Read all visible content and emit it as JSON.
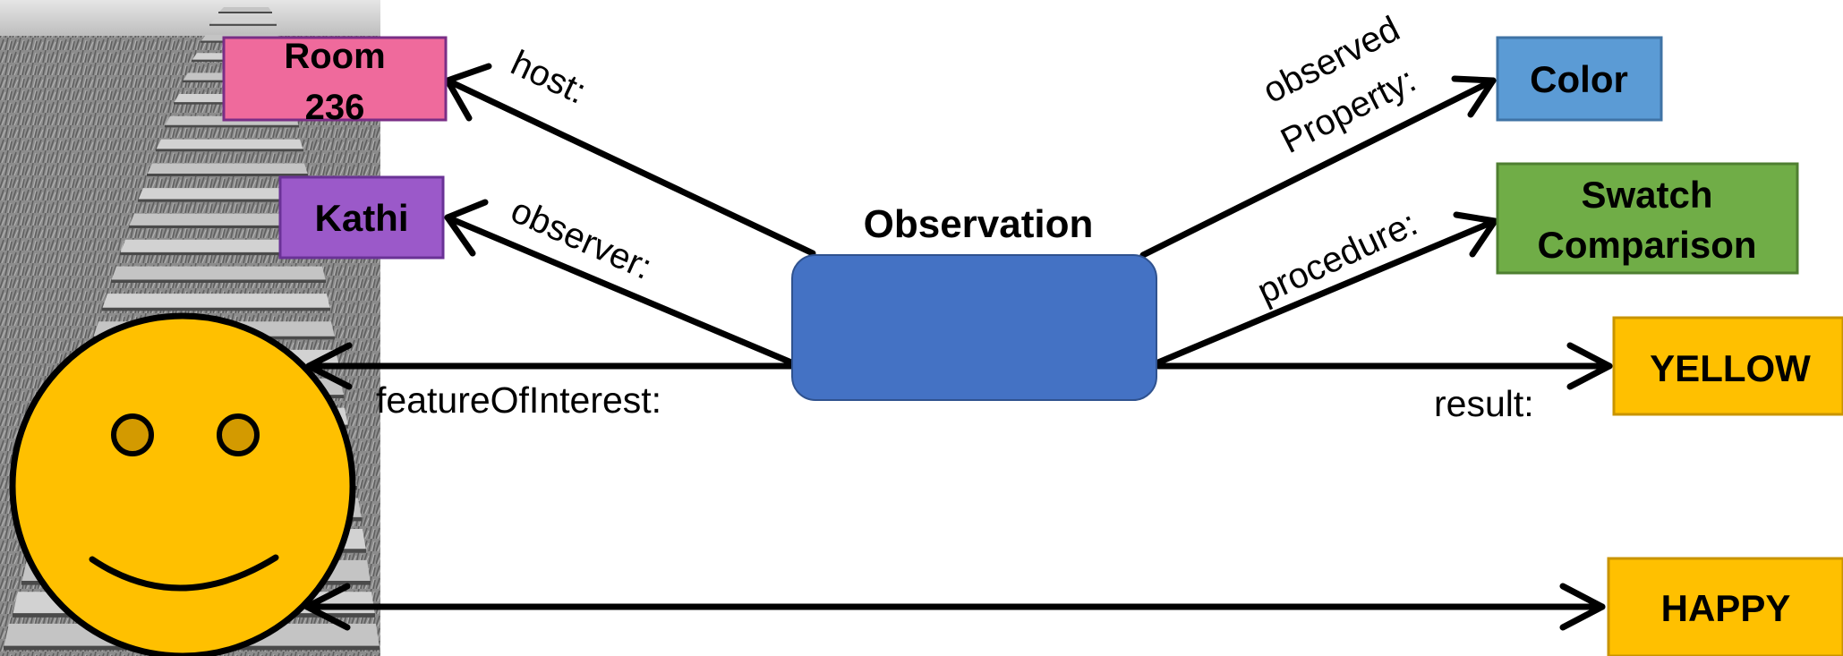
{
  "diagram": {
    "title": "Observation",
    "boxes": {
      "host_box": {
        "lines": [
          "Room",
          "236"
        ],
        "color": "#ef6a9c",
        "border": "#7a2e86"
      },
      "observer_box": {
        "lines": [
          "Kathi"
        ],
        "color": "#9b59c9",
        "border": "#6a3296"
      },
      "property_box": {
        "lines": [
          "Color"
        ],
        "color": "#5b9bd5",
        "border": "#3f73a5"
      },
      "procedure_box": {
        "lines": [
          "Swatch",
          "Comparison"
        ],
        "color": "#70ad47",
        "border": "#4f7f31"
      },
      "result_box": {
        "lines": [
          "YELLOW"
        ],
        "color": "#ffc000",
        "border": "#c99400"
      },
      "happy_box": {
        "lines": [
          "HAPPY"
        ],
        "color": "#ffc000",
        "border": "#c99400"
      }
    },
    "relations": {
      "host": "host:",
      "observer": "observer:",
      "feature": "featureOfInterest:",
      "observed_property": [
        "observed",
        "Property:"
      ],
      "procedure": "procedure:",
      "result": "result:"
    },
    "observation_node_color": "#4472c4",
    "smiley_color": "#ffc000",
    "smiley_eye_color": "#d39a00",
    "icons": [
      "stairway-photo",
      "smiley-face-icon"
    ]
  }
}
